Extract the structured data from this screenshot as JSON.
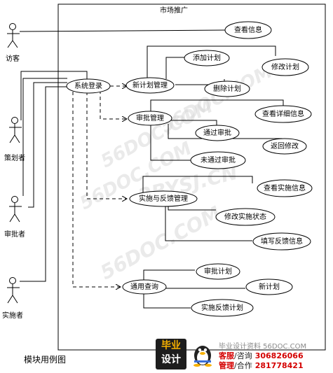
{
  "system_title": "市场推广",
  "caption": "模块用例图",
  "actors": {
    "visitor": "访客",
    "planner": "策划者",
    "approver": "审批者",
    "implementer": "实施者"
  },
  "use_cases": {
    "view_info": "查看信息",
    "login": "系统登录",
    "new_plan": "新计划管理",
    "add_plan": "添加计划",
    "modify_plan": "修改计划",
    "delete_plan": "删除计划",
    "approval": "审批管理",
    "view_detail": "查看详细信息",
    "pass_approval": "通过审批",
    "return_modify": "返回修改",
    "not_pass": "未通过审批",
    "impl_feedback": "实施与反馈管理",
    "view_impl": "查看实施信息",
    "modify_impl": "修改实施状态",
    "fill_feedback": "填写反馈信息",
    "general_query": "通用查询",
    "approve_plan": "审批计划",
    "new_plan_q": "新计划",
    "impl_feedback_plan": "实施反馈计划"
  },
  "watermarks": [
    "56DOC.COM",
    "56DOC.COM",
    "56DOC.COM",
    "2BYSJ.CN",
    "56DOC.COM"
  ],
  "footer": {
    "logo_top": "毕业",
    "logo_bottom": "设计",
    "site": "毕业设计资料 56DOC.COM",
    "line1_key": "客服",
    "line1_text": "/咨询",
    "line1_num": "306826066",
    "line2_key": "管理",
    "line2_text": "/合作",
    "line2_num": "281778421"
  }
}
